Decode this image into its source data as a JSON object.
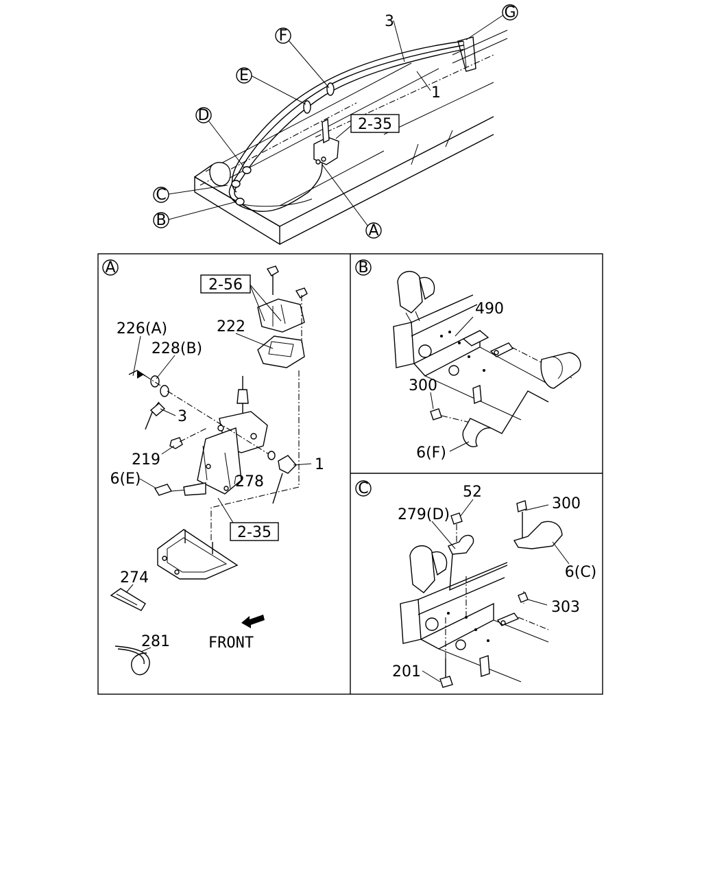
{
  "top_view": {
    "callouts": {
      "A": "A",
      "B": "B",
      "C": "C",
      "D": "D",
      "E": "E",
      "F": "F",
      "G": "G"
    },
    "labels": {
      "cable_3": "3",
      "cable_1": "1"
    },
    "ref_box": "2-35"
  },
  "panel_a": {
    "tag": "A",
    "ref_box_top": "2-56",
    "ref_box_bottom": "2-35",
    "labels": {
      "p222": "222",
      "p226": "226(A)",
      "p228": "228(B)",
      "p3": "3",
      "p219": "219",
      "p1": "1",
      "p6e": "6(E)",
      "p278": "278",
      "p274": "274",
      "p281": "281",
      "front": "FRONT"
    }
  },
  "panel_b": {
    "tag": "B",
    "labels": {
      "p490": "490",
      "p300": "300",
      "p6f": "6(F)"
    }
  },
  "panel_c": {
    "tag": "C",
    "labels": {
      "p52": "52",
      "p279": "279(D)",
      "p300": "300",
      "p6c": "6(C)",
      "p303": "303",
      "p201": "201"
    }
  }
}
